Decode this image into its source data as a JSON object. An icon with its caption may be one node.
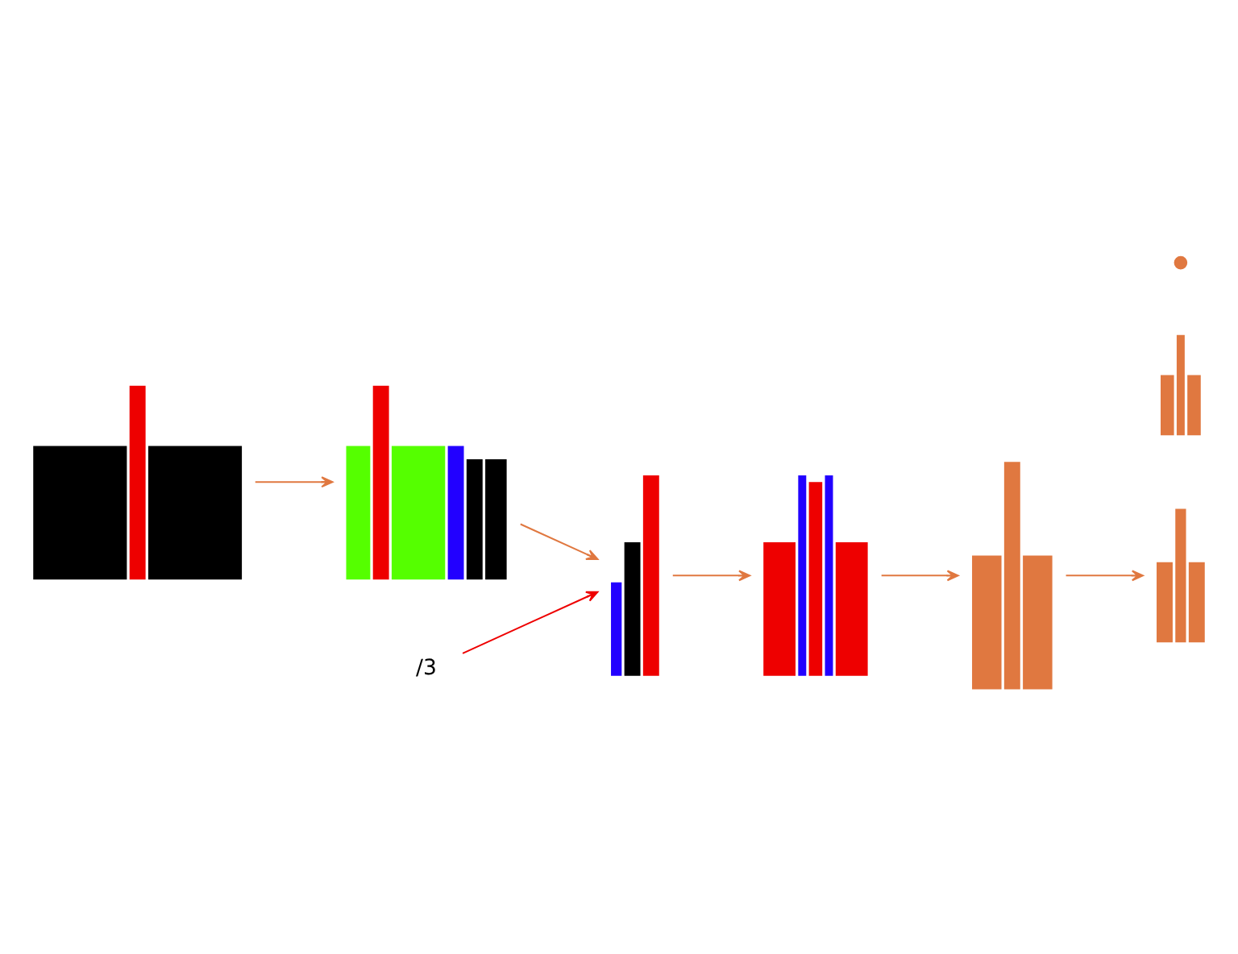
{
  "diagram": {
    "nodes": [
      {
        "text": [],
        "shape": "picture"
      },
      {
        "text": [],
        "shape": "picture"
      },
      {
        "text": [],
        "shape": "picture"
      },
      {
        "text": [],
        "shape": "picture"
      },
      {
        "text": [],
        "shape": "picture"
      },
      {
        "text": [],
        "shape": "circle"
      },
      {
        "text": [],
        "shape": "picture"
      },
      {
        "text": [],
        "shape": "picture"
      },
      {
        "text": [
          "/3"
        ]
      }
    ],
    "edges": [
      {
        "from": 0,
        "to": 1,
        "arrow": "to"
      },
      {
        "from": 1,
        "to": 2,
        "arrow": "to"
      },
      {
        "from": 2,
        "to": 3,
        "arrow": "to"
      },
      {
        "from": 6,
        "to": 7,
        "arrow": "to"
      },
      {
        "from": 7,
        "to": 0,
        "arrow": "to"
      },
      {
        "from": 8,
        "to": 0,
        "arrow": "to",
        "color": "#ee0000"
      }
    ]
  }
}
